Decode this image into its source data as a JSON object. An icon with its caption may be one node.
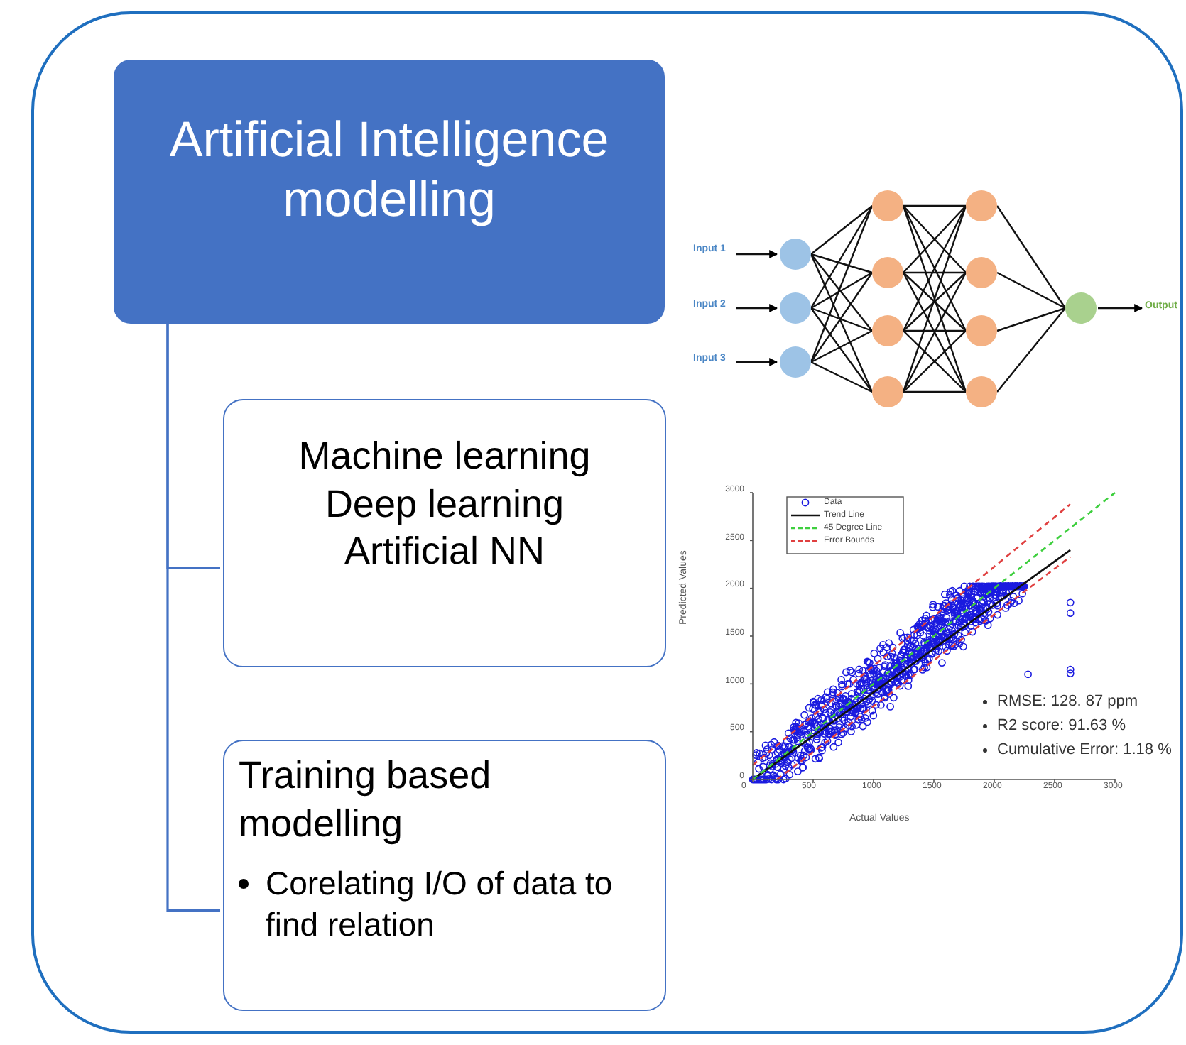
{
  "diagram": {
    "nodes": [
      {
        "text": [],
        "shape": "box"
      },
      {
        "text": [
          "Artificial Intelligence modelling"
        ],
        "in": 0
      },
      {
        "text": [
          "Machine learning",
          "Deep learning",
          "Artificial NN"
        ],
        "in": 0
      },
      {
        "text": [
          "Training based modelling",
          "Corelating I/O of data to find relation"
        ],
        "in": 0
      },
      {
        "text": [],
        "shape": "picture",
        "in": 0
      },
      {
        "text": [],
        "shape": "picture",
        "in": 0
      }
    ],
    "edges": [
      {
        "from": 1,
        "to": 2,
        "arrow": "none"
      },
      {
        "from": 1,
        "to": 3,
        "arrow": "none"
      }
    ],
    "labels": [
      "Input 1",
      "Input 2",
      "Input 3",
      "Output",
      "3000",
      "2500",
      "2000",
      "1500",
      "1000",
      "500",
      "0",
      "0",
      "500",
      "1000",
      "1500",
      "2000",
      "2500",
      "3000",
      "Predicted Values",
      "Actual Values",
      "RMSE: 128. 87 ppm",
      "R2 score: 91.63 %",
      "Cumulative Error: 1.18 %"
    ],
    "legend": [
      {
        "text": "Data"
      },
      {
        "text": "Trend Line"
      },
      {
        "text": "45 Degree Line"
      },
      {
        "text": "Error Bounds"
      }
    ]
  }
}
